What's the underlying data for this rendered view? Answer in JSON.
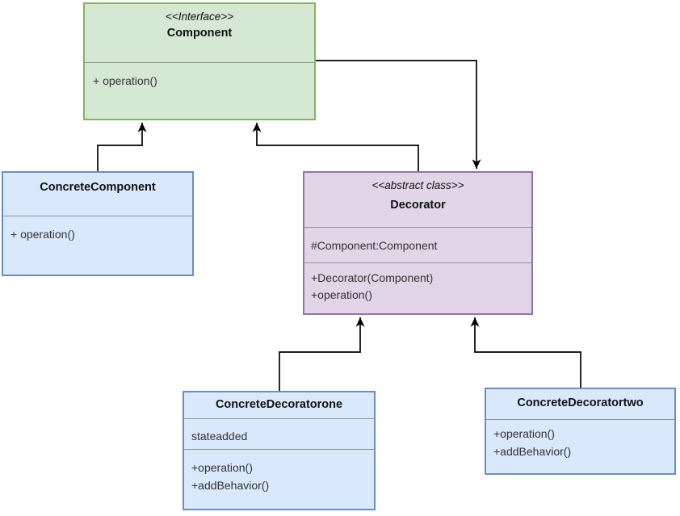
{
  "diagram": {
    "kind": "uml-class-diagram",
    "background": "#ffffff",
    "edge_color": "#000000",
    "divider_color": "#929292",
    "classes": [
      {
        "name": "Component",
        "stereotype": "<<Interface>>",
        "attributes": [],
        "methods": [
          "+ operation()"
        ],
        "fill": "#d5e8d4",
        "stroke": "#82b366"
      },
      {
        "name": "ConcreteComponent",
        "stereotype": "",
        "attributes": [],
        "methods": [
          "+ operation()"
        ],
        "fill": "#dae8fc",
        "stroke": "#6c8ebf"
      },
      {
        "name": "Decorator",
        "stereotype": "<<abstract class>>",
        "attributes": [
          "#Component:Component"
        ],
        "methods": [
          "+Decorator(Component)",
          "+operation()"
        ],
        "fill": "#e1d5e7",
        "stroke": "#9673a6"
      },
      {
        "name": "ConcreteDecoratorone",
        "stereotype": "",
        "attributes": [
          "stateadded"
        ],
        "methods": [
          "+operation()",
          "+addBehavior()"
        ],
        "fill": "#dae8fc",
        "stroke": "#6c8ebf"
      },
      {
        "name": "ConcreteDecoratortwo",
        "stereotype": "",
        "attributes": [],
        "methods": [
          "+operation()",
          "+addBehavior()"
        ],
        "fill": "#dae8fc",
        "stroke": "#6c8ebf"
      }
    ],
    "relationships": [
      {
        "from": "ConcreteComponent",
        "to": "Component",
        "type": "inheritance",
        "arrowhead": "filled-triangle"
      },
      {
        "from": "Decorator",
        "to": "Component",
        "type": "inheritance",
        "arrowhead": "filled-triangle"
      },
      {
        "from": "Component",
        "to": "Decorator",
        "type": "directed-association",
        "arrowhead": "filled-triangle"
      },
      {
        "from": "ConcreteDecoratorone",
        "to": "Decorator",
        "type": "inheritance",
        "arrowhead": "filled-triangle"
      },
      {
        "from": "ConcreteDecoratortwo",
        "to": "Decorator",
        "type": "inheritance",
        "arrowhead": "filled-triangle"
      }
    ]
  }
}
